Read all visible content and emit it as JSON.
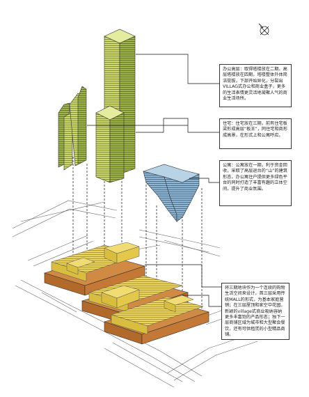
{
  "notes": {
    "office": "办公高层：取得塔楼放在二期，高层塔楼放在四期，塔楼整体外体简洁挺拔，下部开始异化，分裂出VILLAG式办公和商业盒子，更多的生活表情更灵活地凝聚人气的商业生活场所。",
    "residential": "住宅：住宅放在三期，前有住宅板梁形成高层“板王”，同住宅和商形成高景，在形式上和公寓呼应。",
    "apartment": "公寓：公寓放在一期，利于资金回收，采取了高层退台的“山”的建筑形态，办公寓住户提供更多绿色平台的同时打造了丰富有趣的立体空间，提升了商业氛围。",
    "retail": "将三期地块作为一个连续的购物生活空间来设计，首三层采用传统MALL的形式，为基本家庭营销；在三层屋顶和家空中花园，新颖的village式商业吸纳容纳更多丰富饱的产品形态；独下一层商铺区域为城市和大型聚会餐饮，还有可供租赁的小型精品商铺。"
  },
  "colors": {
    "tower_green": "#c7d56a",
    "tower_dark_green": "#8ea43a",
    "apartment_blue": "#7fa9c9",
    "podium_yellow": "#ead25a",
    "podium_orange": "#d08a44"
  }
}
